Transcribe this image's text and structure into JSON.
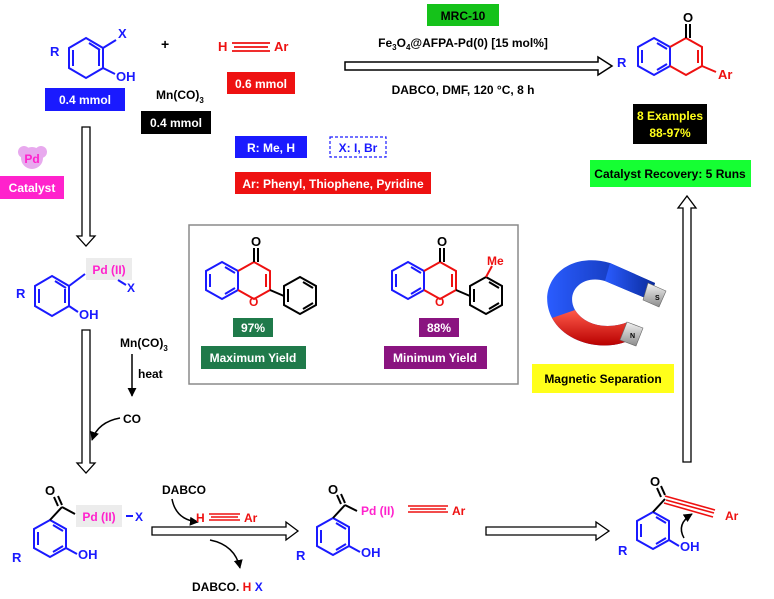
{
  "top": {
    "reagent_x": "X",
    "reagent_r": "R",
    "reagent_oh": "OH",
    "plus": "+",
    "phenol_amount": "0.4 mmol",
    "mnco3": "Mn(CO)",
    "mnco3_sub": "3",
    "mn_amount": "0.4 mmol",
    "alkyne_h": "H",
    "alkyne_ar": "Ar",
    "alkyne_amount": "0.6 mmol",
    "code_badge": "MRC-10",
    "catalyst_pre": "Fe",
    "catalyst_sub1": "3",
    "catalyst_o": "O",
    "catalyst_sub2": "4",
    "catalyst_post": "@AFPA-Pd(0) [15 mol%]",
    "conditions": "DABCO, DMF, 120 °C, 8 h",
    "r_groups": "R: Me, H",
    "x_groups": "X: I, Br",
    "ar_groups": "Ar: Phenyl, Thiophene, Pyridine",
    "product_o": "O",
    "product_r": "R",
    "product_ar": "Ar",
    "examples": "8 Examples",
    "yield_range": "88-97%",
    "recovery": "Catalyst Recovery: 5 Runs"
  },
  "left": {
    "pd_label": "Pd",
    "catalyst_label": "Catalyst",
    "pd2": "Pd (II)",
    "x": "X",
    "r": "R",
    "oh": "OH",
    "mn": "Mn(CO)",
    "mn_sub": "3",
    "heat": "heat",
    "co": "CO"
  },
  "box": {
    "o1": "O",
    "o1ring": "O",
    "yield_max": "97%",
    "max_label": "Maximum Yield",
    "o2": "O",
    "o2ring": "O",
    "me": "Me",
    "yield_min": "88%",
    "min_label": "Minimum Yield"
  },
  "right": {
    "mag_label": "Magnetic Separation",
    "pole_s": "S",
    "pole_n": "N"
  },
  "bottom": {
    "o1": "O",
    "pd1": "Pd (II)",
    "dash_x": "X",
    "r1": "R",
    "oh1": "OH",
    "dabco": "DABCO",
    "h": "H",
    "ar": "Ar",
    "byproduct_a": "DABCO. ",
    "byproduct_h": "H",
    "byproduct_x": "X",
    "o2": "O",
    "pd2": "Pd (II)",
    "ar2": "Ar",
    "r2": "R",
    "oh2": "OH",
    "o3": "O",
    "ar3": "Ar",
    "r3": "R",
    "oh3": "OH"
  },
  "colors": {
    "blue": "#1a1aff",
    "red": "#ee1111",
    "magenta": "#ff22cc",
    "green_badge": "#15c21a",
    "dark_green": "#1f7a4a",
    "purple": "#8a1480",
    "yellow": "#ffff1a"
  }
}
